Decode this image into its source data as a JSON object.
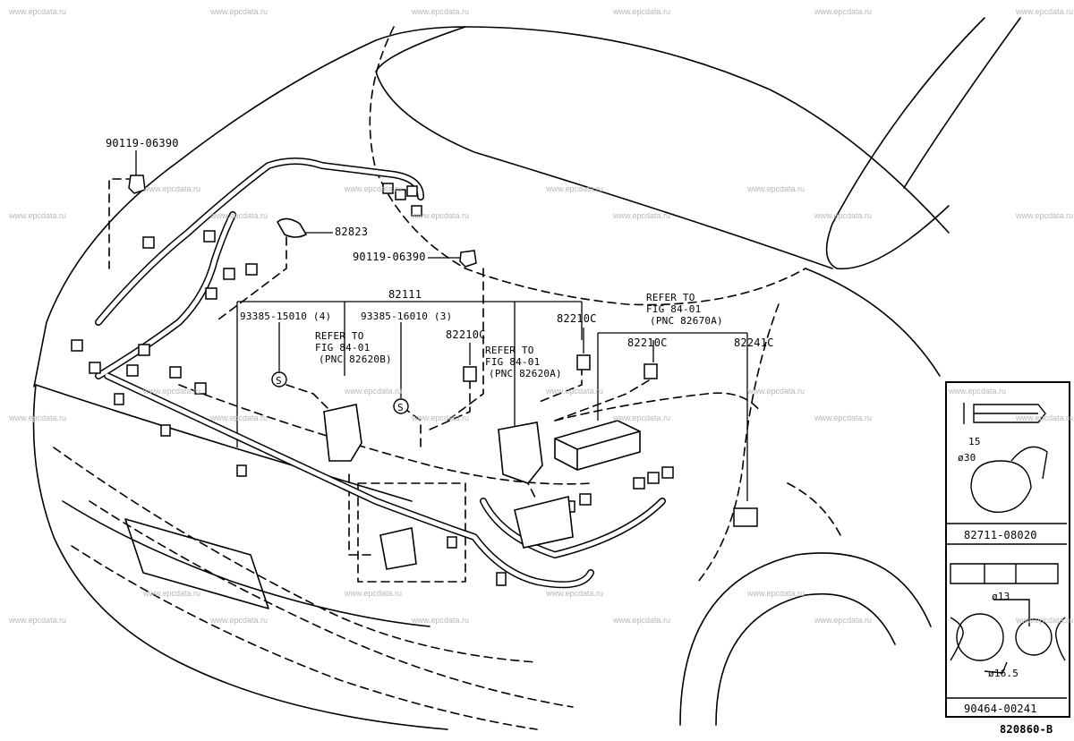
{
  "watermark": "www.epcdata.ru",
  "drawing_number": "820860-B",
  "part_labels": {
    "bolt_top_left": "90119-06390",
    "clamp": "82823",
    "bolt_center": "90119-06390",
    "harness_main": "82111",
    "clip_15010": "93385-15010 (4)",
    "clip_16010": "93385-16010 (3)",
    "relay_82210c_left": "82210C",
    "relay_82210c_right": "82210C",
    "relay_82210c_lower": "82210C",
    "relay_82241c": "82241C"
  },
  "refer_notes": {
    "left": [
      "REFER TO",
      "FIG 84-01",
      "(PNC 82620B)"
    ],
    "center": [
      "REFER TO",
      "FIG 84-01",
      "(PNC 82620A)"
    ],
    "right": [
      "REFER TO",
      "FIG 84-01",
      "(PNC 82670A)"
    ]
  },
  "clip_symbol": "S",
  "inset": {
    "top_dim_15": "15",
    "top_dim_30": "ø30",
    "top_part": "82711-08020",
    "bottom_dim_13": "ø13",
    "bottom_dim_16_5": "ø16.5",
    "bottom_part": "90464-00241"
  }
}
